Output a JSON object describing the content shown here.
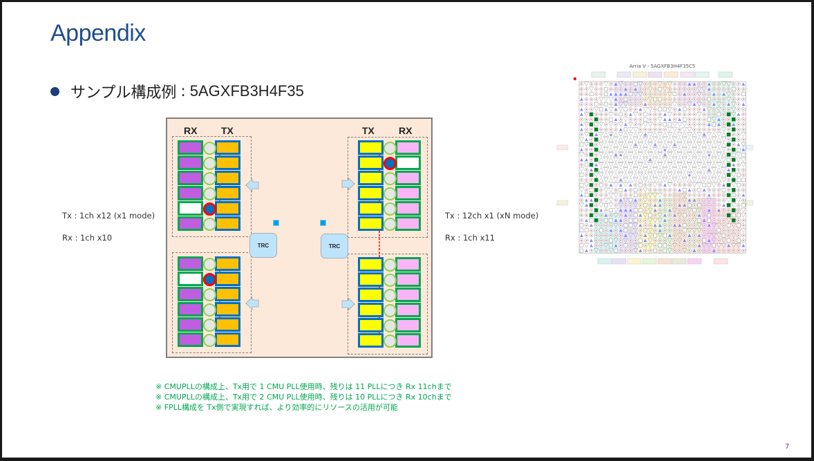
{
  "slide": {
    "title": "Appendix",
    "bullet": {
      "text": "サンプル構成例",
      "separator": ":",
      "part_number": "5AGXFB3H4F35"
    },
    "page_number": "7"
  },
  "diagram": {
    "left_top_headers": {
      "rx": "RX",
      "tx": "TX"
    },
    "right_top_headers": {
      "tx": "TX",
      "rx": "RX"
    },
    "trc_left": "TRC",
    "trc_right": "TRC",
    "left_top_rows": [
      "rx",
      "rx",
      "rx",
      "rx",
      "unused",
      "rx"
    ],
    "left_bottom_rows": [
      "rx",
      "unused",
      "rx",
      "rx",
      "rx",
      "rx"
    ],
    "right_top_rows": [
      "rx",
      "unused",
      "rx",
      "rx",
      "rx",
      "rx"
    ],
    "right_bottom_rows": [
      "rx",
      "rx",
      "rx",
      "rx",
      "rx",
      "rx"
    ]
  },
  "labels": {
    "left_tx": "Tx : 1ch x12 (x1 mode)",
    "left_rx": "Rx : 1ch x10",
    "right_tx": "Tx : 12ch x1 (xN mode)",
    "right_rx": "Rx : 1ch x11"
  },
  "notes": [
    "※ CMUPLLの構成上、Tx用で 1 CMU PLL使用時、残りは 11 PLLにつき Rx 11chまで",
    "※ CMUPLLの構成上、Tx用で 2 CMU PLL使用時、残りは 10 PLLにつき Rx 10chまで",
    "※ FPLL構成を Tx側で実現すれば、より効率的にリソースの活用が可能"
  ],
  "pinout": {
    "title": "Arria V - 5AGXFB3H4F35C5"
  },
  "colors": {
    "title": "#1f4e8c",
    "notes": "#00a651",
    "rx_cell": "#c15de0",
    "rx_cell_right": "#f8b4f5",
    "tx_cell_left": "#ffc000",
    "tx_cell_right": "#ffff00",
    "diagram_bg": "#fde9d9"
  }
}
